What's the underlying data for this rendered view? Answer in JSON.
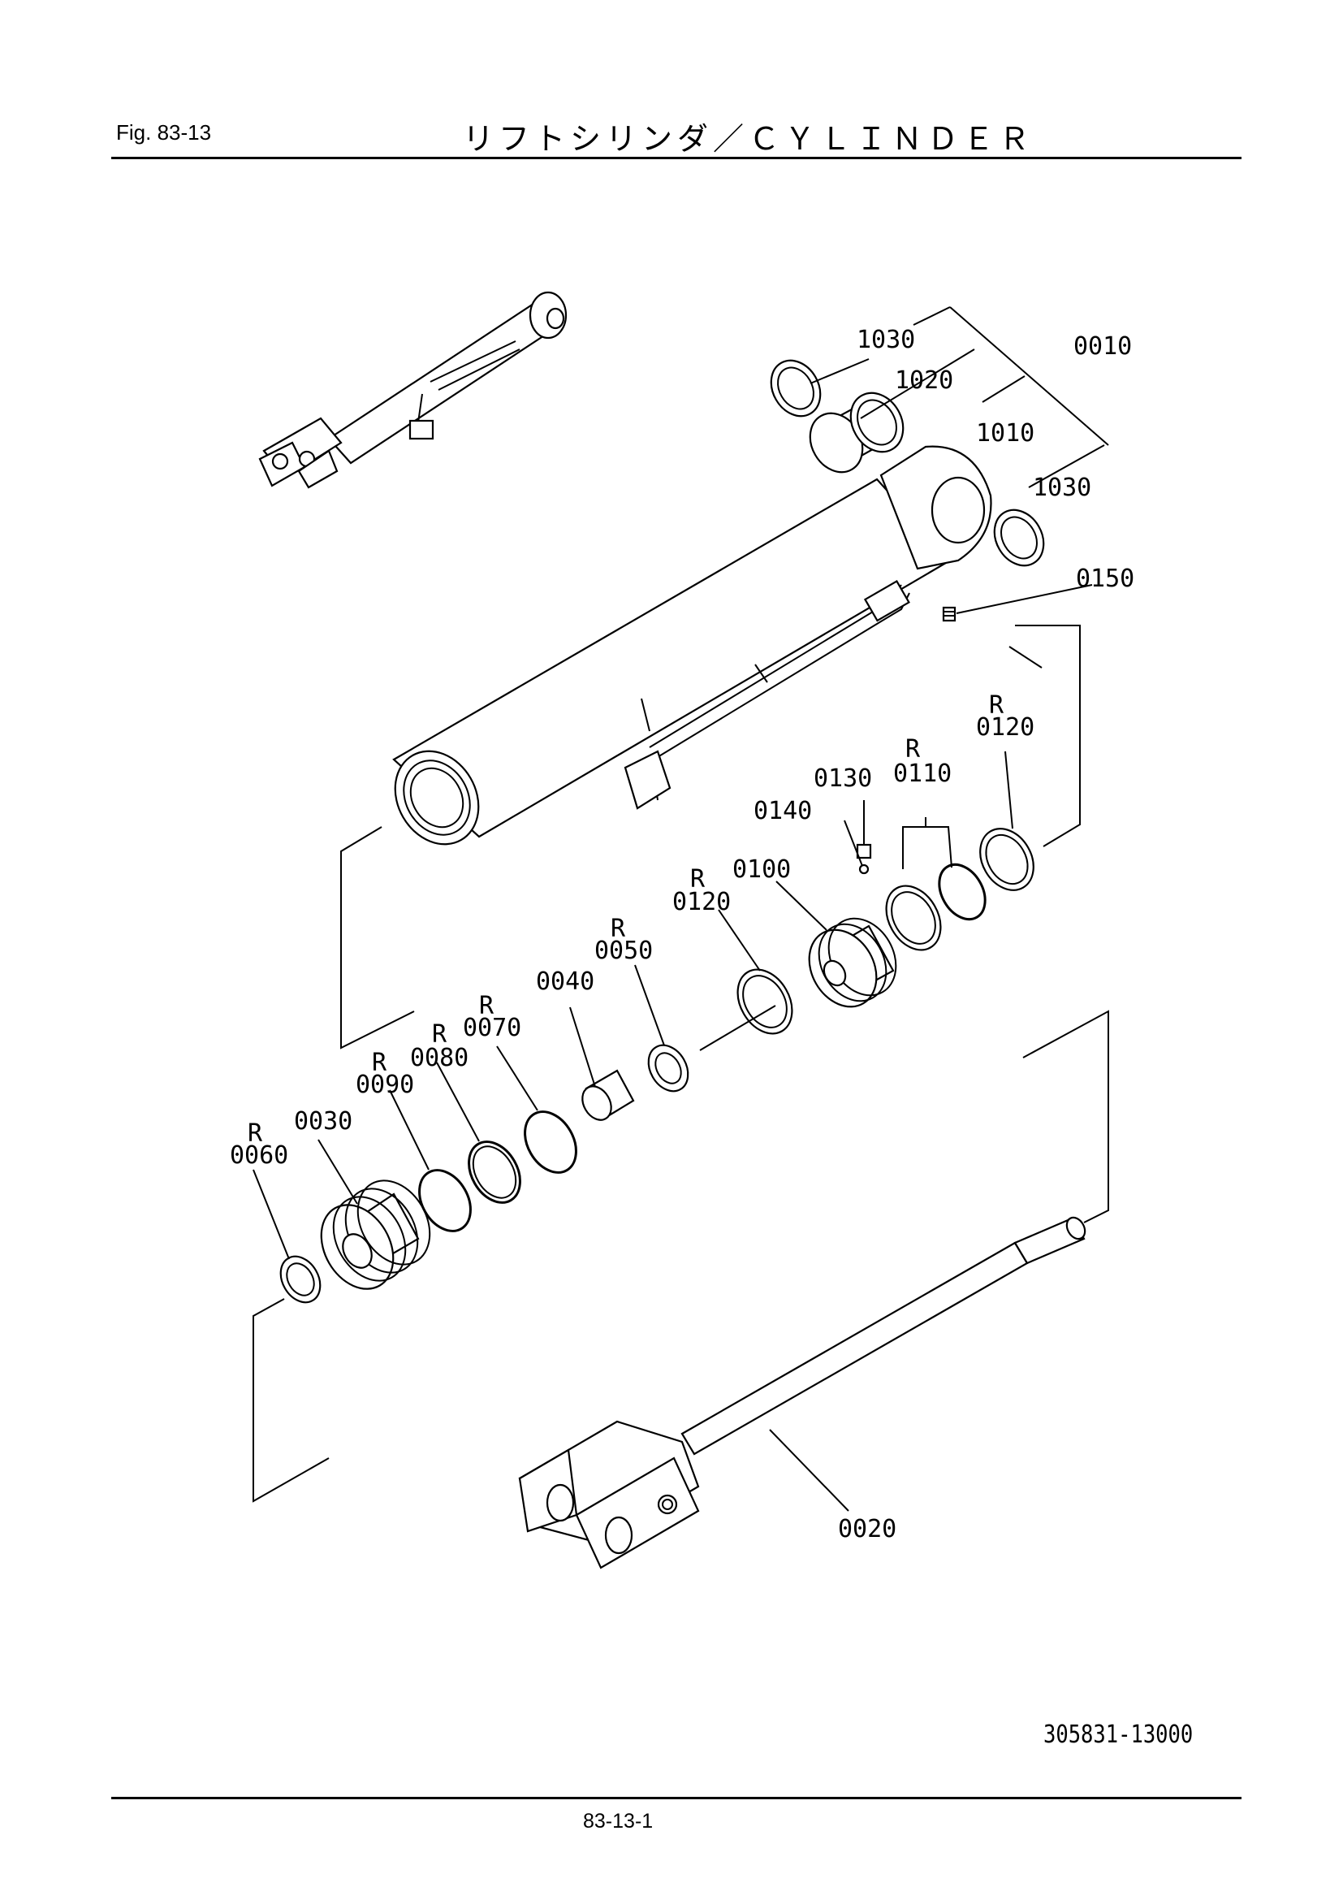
{
  "header": {
    "fig_label": "Fig.  83-13",
    "title": "リフトシリンダ／ＣＹＬＩＮＤＥＲ"
  },
  "footer": {
    "drawing_number": "305831-13000",
    "page_number": "83-13-1"
  },
  "callouts": {
    "c1030a": "1030",
    "c1020": "1020",
    "c0010": "0010",
    "c1010": "1010",
    "c1030b": "1030",
    "c0150": "0150",
    "c0120r_mark": "R",
    "c0120r": "0120",
    "c0110_mark": "R",
    "c0110": "0110",
    "c0130": "0130",
    "c0140": "0140",
    "c0100": "0100",
    "c0120l_mark": "R",
    "c0120l": "0120",
    "c0050_mark": "R",
    "c0050": "0050",
    "c0040": "0040",
    "c0070_mark": "R",
    "c0070": "0070",
    "c0080_mark": "R",
    "c0080": "0080",
    "c0090_mark": "R",
    "c0090": "0090",
    "c0030": "0030",
    "c0060_mark": "R",
    "c0060": "0060",
    "c0020": "0020"
  }
}
